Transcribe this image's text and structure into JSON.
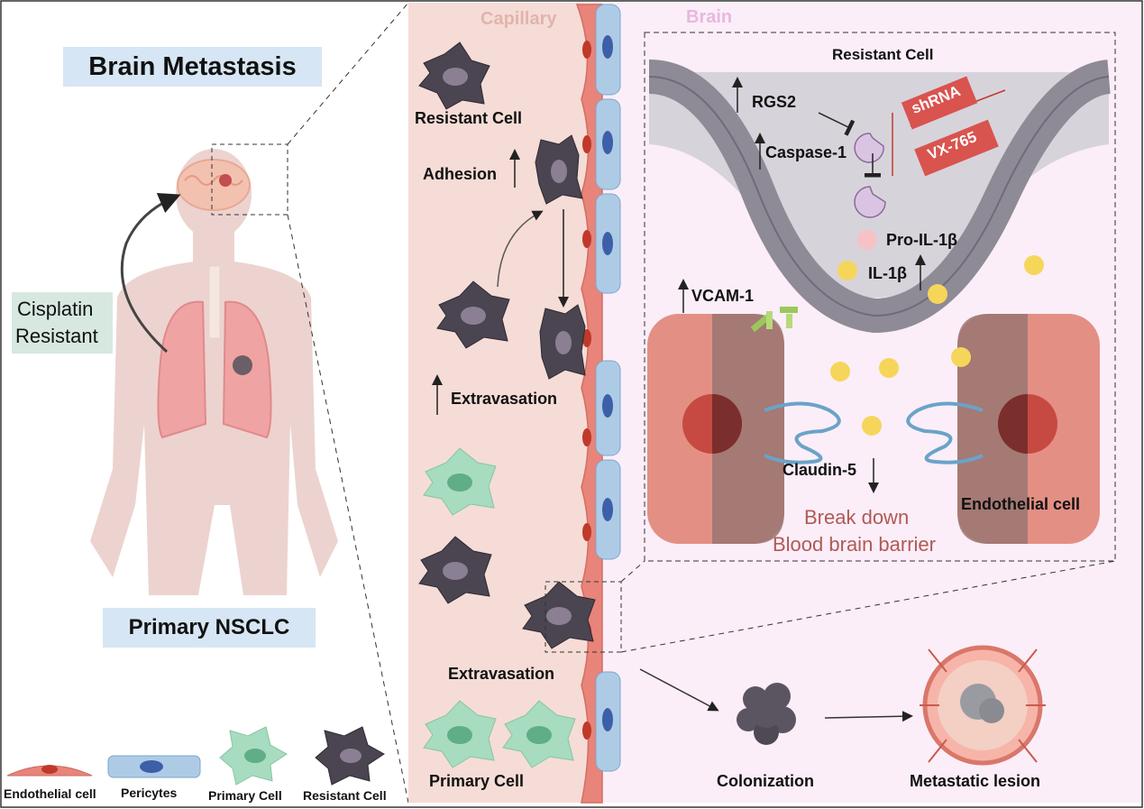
{
  "left_panel": {
    "title": "Brain Metastasis",
    "resistance_label_line1": "Cisplatin",
    "resistance_label_line2": "Resistant",
    "primary_label": "Primary NSCLC"
  },
  "legend": [
    {
      "label": "Endothelial cell",
      "icon": "endothelial-cell-icon"
    },
    {
      "label": "Pericytes",
      "icon": "pericyte-icon"
    },
    {
      "label": "Primary Cell",
      "icon": "primary-cell-icon"
    },
    {
      "label": "Resistant Cell",
      "icon": "resistant-cell-icon"
    }
  ],
  "middle_panel": {
    "capillary_label": "Capillary",
    "resistant_cell_label": "Resistant Cell",
    "adhesion_label": "Adhesion",
    "extravasation_label_1": "Extravasation",
    "extravasation_label_2": "Extravasation",
    "primary_cell_label": "Primary Cell"
  },
  "right_panel": {
    "brain_label": "Brain",
    "inset_title": "Resistant Cell",
    "rgs2_label": "RGS2",
    "caspase_label": "Caspase-1",
    "shrna_label": "shRNA",
    "vx765_label": "VX-765",
    "pro_il1b_label": "Pro-IL-1β",
    "il1b_label": "IL-1β",
    "vcam1_label": "VCAM-1",
    "claudin5_label": "Claudin-5",
    "endothelial_label": "Endothelial cell",
    "barrier_line1": "Break down",
    "barrier_line2": "Blood brain barrier"
  },
  "bottom_flow": {
    "colonization_label": "Colonization",
    "lesion_label": "Metastatic lesion"
  },
  "colors": {
    "capillary_bg": "#f6dcd6",
    "brain_bg": "#fbeef8",
    "endothelial": "#e8847a",
    "pericyte": "#aecbe6",
    "primary_cell": "#a7dcc0",
    "resistant_cell": "#4a4550",
    "membrane": "#8e8a96",
    "il1b": "#f5d65a",
    "inhibitor": "#d9534f",
    "title_box": "#d6e6f4",
    "resistance_box": "#d7e8e1",
    "barrier_text": "#b05a55"
  }
}
